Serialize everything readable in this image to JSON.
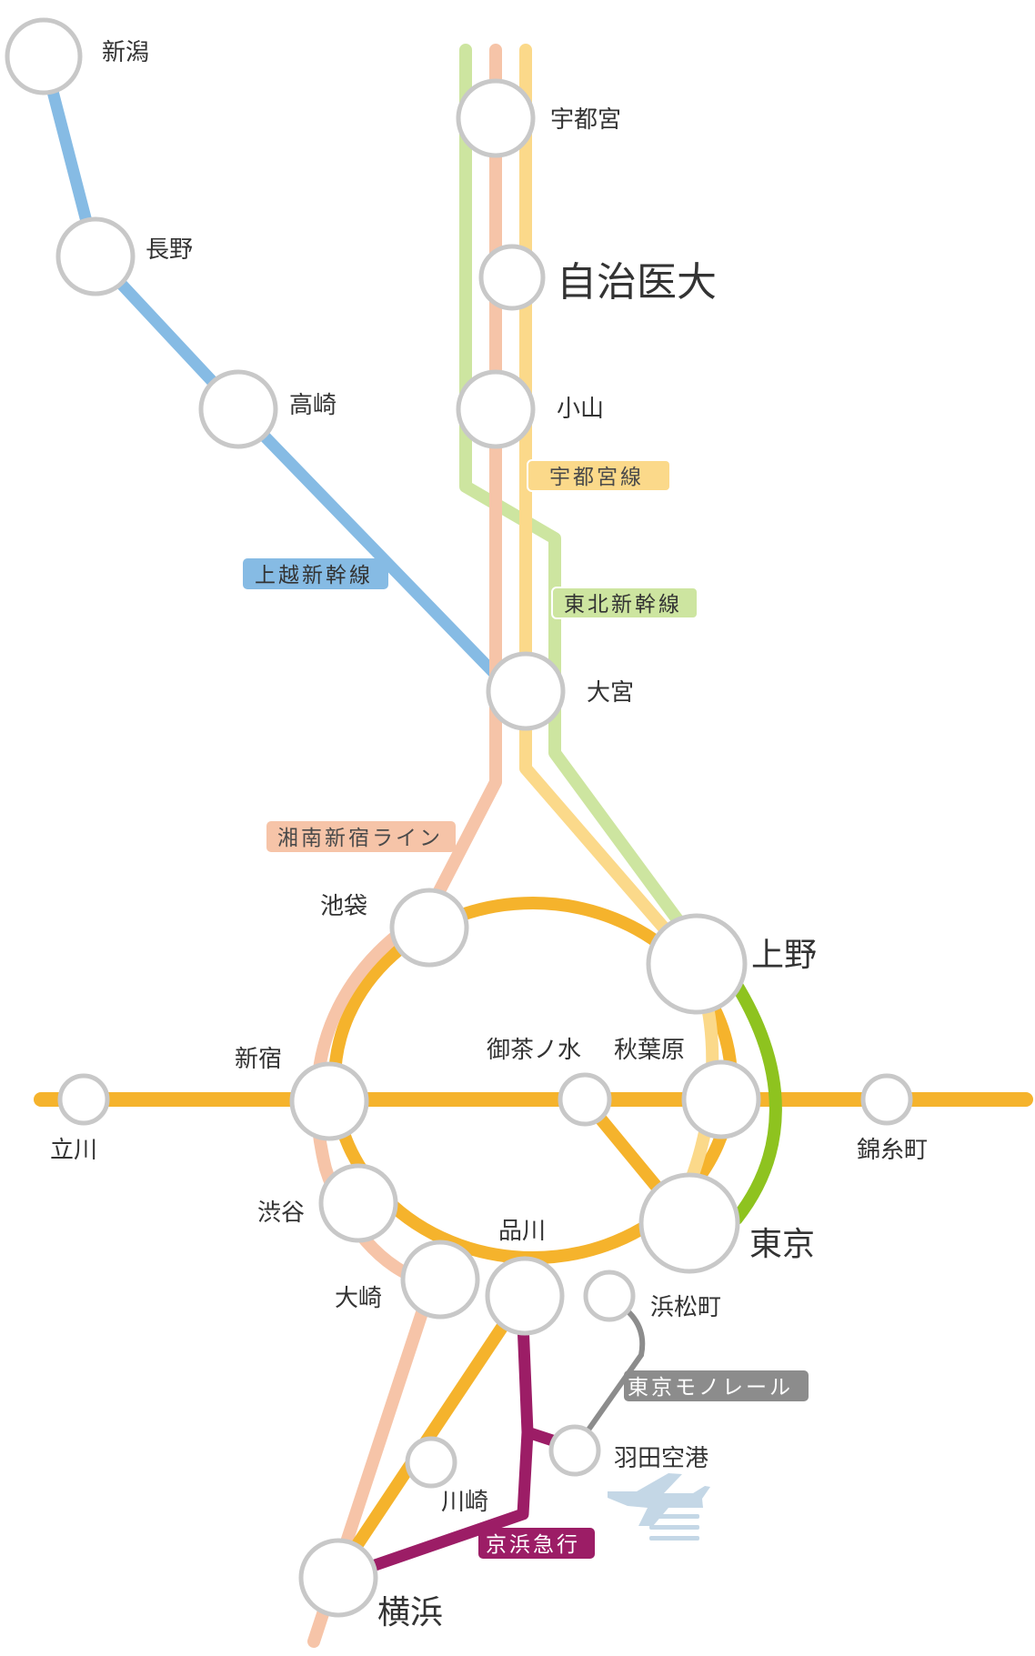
{
  "colors": {
    "joetsu": "#86bbe4",
    "tohoku": "#cde5a0",
    "shonan": "#f6c4a8",
    "utsunomiya": "#fbd98a",
    "yamanote": "#f5b32c",
    "keihin": "#8ec31f",
    "keikyu": "#9c1d66",
    "monorail": "#8c8c8c",
    "highlight": "#e0306a",
    "station_stroke": "#c8c8c8",
    "plane": "#c4d7e6"
  },
  "stations": {
    "niigata": "新潟",
    "nagano": "長野",
    "takasaki": "高崎",
    "utsunomiya": "宇都宮",
    "jichiidai": "自治医大",
    "oyama": "小山",
    "omiya": "大宮",
    "ikebukuro": "池袋",
    "ueno": "上野",
    "shinjuku": "新宿",
    "ochanomizu": "御茶ノ水",
    "akihabara": "秋葉原",
    "tachikawa": "立川",
    "kinshicho": "錦糸町",
    "shibuya": "渋谷",
    "tokyo": "東京",
    "shinagawa": "品川",
    "osaki": "大崎",
    "hamamatsucho": "浜松町",
    "haneda": "羽田空港",
    "kawasaki": "川崎",
    "yokohama": "横浜"
  },
  "lines": {
    "utsunomiya": "宇都宮線",
    "joetsu": "上越新幹線",
    "tohoku": "東北新幹線",
    "shonan": "湘南新宿ライン",
    "monorail": "東京モノレール",
    "keikyu": "京浜急行"
  },
  "icons": {
    "airport": "airplane-icon"
  }
}
